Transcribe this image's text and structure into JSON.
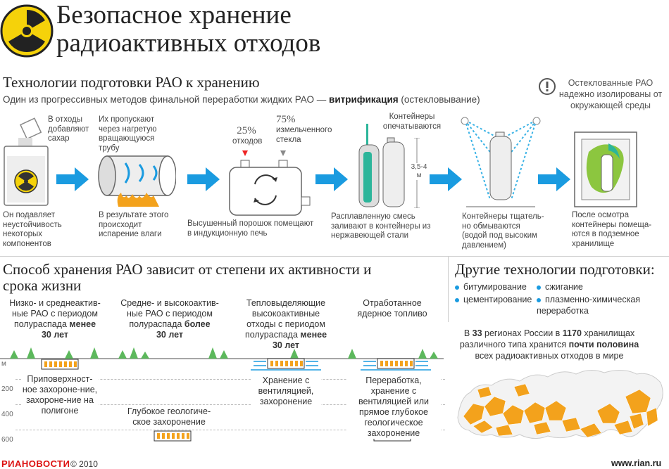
{
  "title_lines": [
    "Безопасное хранение",
    "радиоактивных отходов"
  ],
  "section1": {
    "heading": "Технологии подготовки РАО к хранению",
    "subtitle_pre": "Один из прогрессивных методов финальной переработки жидких РАО — ",
    "subtitle_bold": "витрификация",
    "subtitle_post": " (остекловывание)",
    "note_icon": "exclamation-icon",
    "note": "Остеклованные РАО надежно изолированы от окружающей среды"
  },
  "steps": [
    {
      "top": "В отходы добавляют сахар",
      "bottom": "Он подавляет неустойчивость некоторых компонентов"
    },
    {
      "top": "Их пропускают через нагретую вращающуюся трубу",
      "bottom": "В результате этого происходит испарение влаги"
    },
    {
      "pct1": "25%",
      "pct1_label": "отходов",
      "pct2": "75%",
      "pct2_label": "измельченного стекла",
      "bottom": "Высушенный порошок помещают в индукционную печь"
    },
    {
      "top": "Контейнеры опечатываются",
      "dim": "3,5-4 м",
      "bottom": "Расплавленную смесь заливают в контейнеры из нержавеющей стали"
    },
    {
      "bottom": "Контейнеры тщатель-но обмываются (водой под высоким давлением)"
    },
    {
      "bottom": "После осмотра контейнеры помеща-ются в подземное хранилище"
    }
  ],
  "section2": {
    "heading": "Способ хранения РАО зависит от степени их активности и срока жизни",
    "columns": [
      {
        "pre": "Низко- и среднеактив-ные РАО с периодом полураспада ",
        "bold1": "менее",
        "bold2": "30 лет",
        "method": "Приповерхност-ное захороне-ние, захороне-ние на полигоне"
      },
      {
        "pre": "Средне- и высокоактив-ные РАО с периодом полураспада ",
        "bold1": "более",
        "bold2": "30 лет",
        "method": "Глубокое геологиче-ское захоронение"
      },
      {
        "pre": "Тепловыделяющие высокоактивные отходы с периодом полураспада ",
        "bold1": "менее",
        "bold2": "30 лет",
        "method": "Хранение с вентиляцией, захоронение"
      },
      {
        "pre": "Отработанное ядерное топливо",
        "bold1": "",
        "bold2": "",
        "method": "Переработка, хранение с вентиляцией или прямое глубокое геологическое захоронение"
      }
    ],
    "depth_labels": [
      "м",
      "200",
      "400",
      "600"
    ]
  },
  "section3": {
    "heading": "Другие технологии подготовки:",
    "items": [
      "битумирование",
      "сжигание",
      "цементирование",
      "плазменно-химическая переработка"
    ],
    "stat_pre": "В ",
    "stat_regions": "33",
    "stat_mid": " регионах России в ",
    "stat_storages": "1170",
    "stat_mid2": " хранилищах различного типа хранится ",
    "stat_bold": "почти половина",
    "stat_post": " всех радиоактивных отходов в мире"
  },
  "footer": {
    "logo": "РИАНОВОСТИ",
    "copyright": "© 2010",
    "site": "www.rian.ru"
  },
  "colors": {
    "accent_blue": "#1a9be0",
    "orange": "#f3a21c",
    "green": "#5cb85c",
    "warning_yellow": "#f5d20a"
  }
}
